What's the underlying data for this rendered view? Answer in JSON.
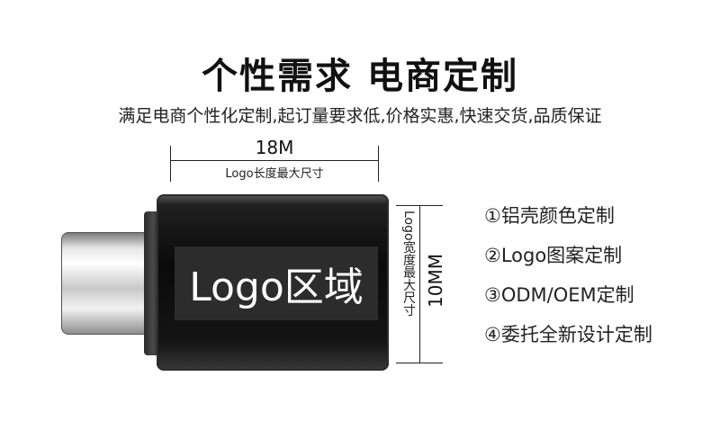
{
  "title": "个性需求 电商定制",
  "subtitle": "满足电商个性化定制,起订量要求低,价格实惠,快速交货,品质保证",
  "length": {
    "value": "18M",
    "caption": "Logo长度最大尺寸"
  },
  "width": {
    "value": "10MM",
    "caption": "Logo宽度最大尺寸"
  },
  "logo_area_label": "Logo区域",
  "features": [
    "①铝壳颜色定制",
    "②Logo图案定制",
    "③ODM/OEM定制",
    "④委托全新设计定制"
  ]
}
